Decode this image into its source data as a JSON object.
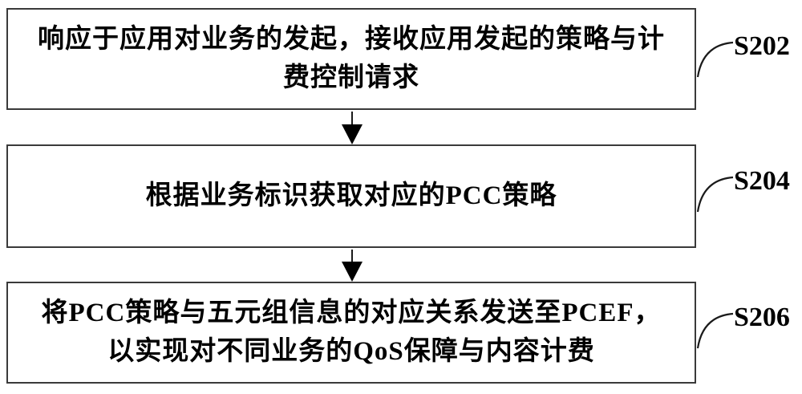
{
  "figure": {
    "name": "pcc-policy-flowchart",
    "background_color": "#ffffff",
    "box_border_color": "#3a3a3a",
    "line_color": "#000000",
    "text_color": "#000000"
  },
  "steps": [
    {
      "label": "S202",
      "lines": [
        "响应于应用对业务的发起，接收应用发起的策略与计",
        "费控制请求"
      ]
    },
    {
      "label": "S204",
      "lines": [
        "根据业务标识获取对应的PCC策略"
      ]
    },
    {
      "label": "S206",
      "lines": [
        "将PCC策略与五元组信息的对应关系发送至PCEF，",
        "以实现对不同业务的QoS保障与内容计费"
      ]
    }
  ],
  "connectors": [
    {
      "from": "step-s202",
      "to": "step-s204",
      "type": "arrow-down"
    },
    {
      "from": "step-s204",
      "to": "step-s206",
      "type": "arrow-down"
    }
  ]
}
